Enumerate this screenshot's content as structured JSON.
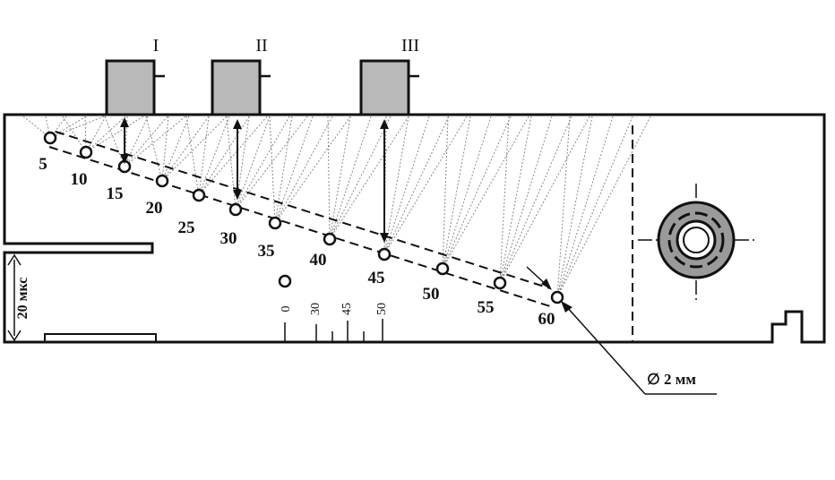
{
  "probes": [
    {
      "label": "I"
    },
    {
      "label": "II"
    },
    {
      "label": "III"
    }
  ],
  "holes": [
    {
      "label": "5"
    },
    {
      "label": "10"
    },
    {
      "label": "15"
    },
    {
      "label": "20"
    },
    {
      "label": "25"
    },
    {
      "label": "30"
    },
    {
      "label": "35"
    },
    {
      "label": "40"
    },
    {
      "label": "45"
    },
    {
      "label": "50"
    },
    {
      "label": "55"
    },
    {
      "label": "60"
    }
  ],
  "scale": {
    "ticks": [
      "0",
      "30",
      "45",
      "50"
    ]
  },
  "tip_label": "20 мкс",
  "diameter_label": "∅ 2 мм",
  "colors": {
    "probe_fill": "#b9b9b9",
    "line": "#111111",
    "ring_fill": "#9a9a9a"
  }
}
